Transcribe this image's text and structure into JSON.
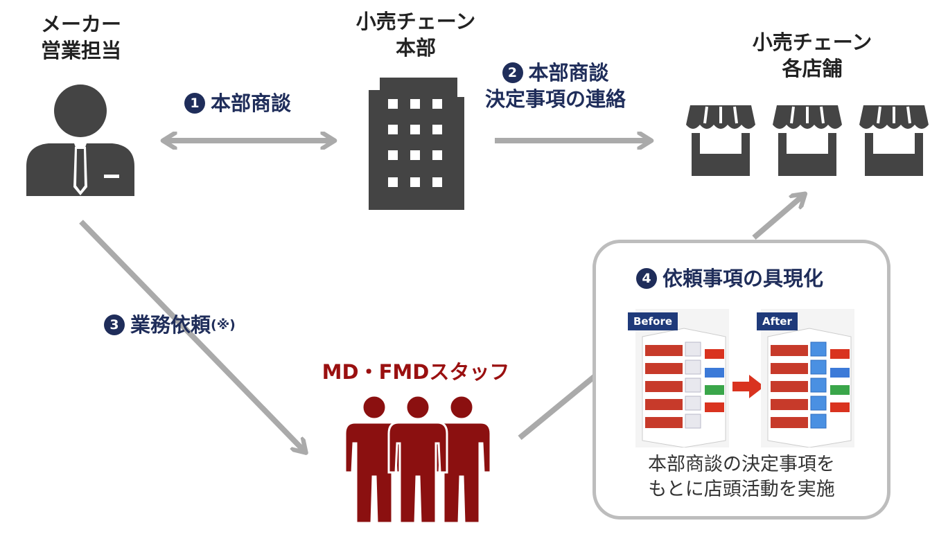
{
  "actors": {
    "maker_rep": {
      "line1": "メーカー",
      "line2": "営業担当"
    },
    "chain_hq": {
      "line1": "小売チェーン",
      "line2": "本部"
    },
    "chain_stores": {
      "line1": "小売チェーン",
      "line2": "各店舗"
    },
    "md_staff": {
      "label": "MD・FMDスタッフ"
    }
  },
  "steps": {
    "step1": {
      "num": "1",
      "label": "本部商談"
    },
    "step2": {
      "num": "2",
      "line1": "本部商談",
      "line2": "決定事項の連絡"
    },
    "step3": {
      "num": "3",
      "label": "業務依頼",
      "note": "(※)"
    },
    "step4": {
      "num": "4",
      "title": "依頼事項の具現化",
      "before_tag": "Before",
      "after_tag": "After",
      "desc_line1": "本部商談の決定事項を",
      "desc_line2": "もとに店頭活動を実施"
    }
  },
  "colors": {
    "navy": "#1f2d5a",
    "dark_icon": "#444444",
    "staff_red": "#8b1010",
    "arrow_gray": "#aaaaaa",
    "box_border": "#bdbdbd",
    "tag_blue": "#1f3a7a",
    "accent_red": "#d9331f"
  },
  "icons": {
    "maker_rep": "businessman-icon",
    "chain_hq": "office-building-icon",
    "chain_stores": "store-icon",
    "md_staff": "people-group-icon"
  }
}
